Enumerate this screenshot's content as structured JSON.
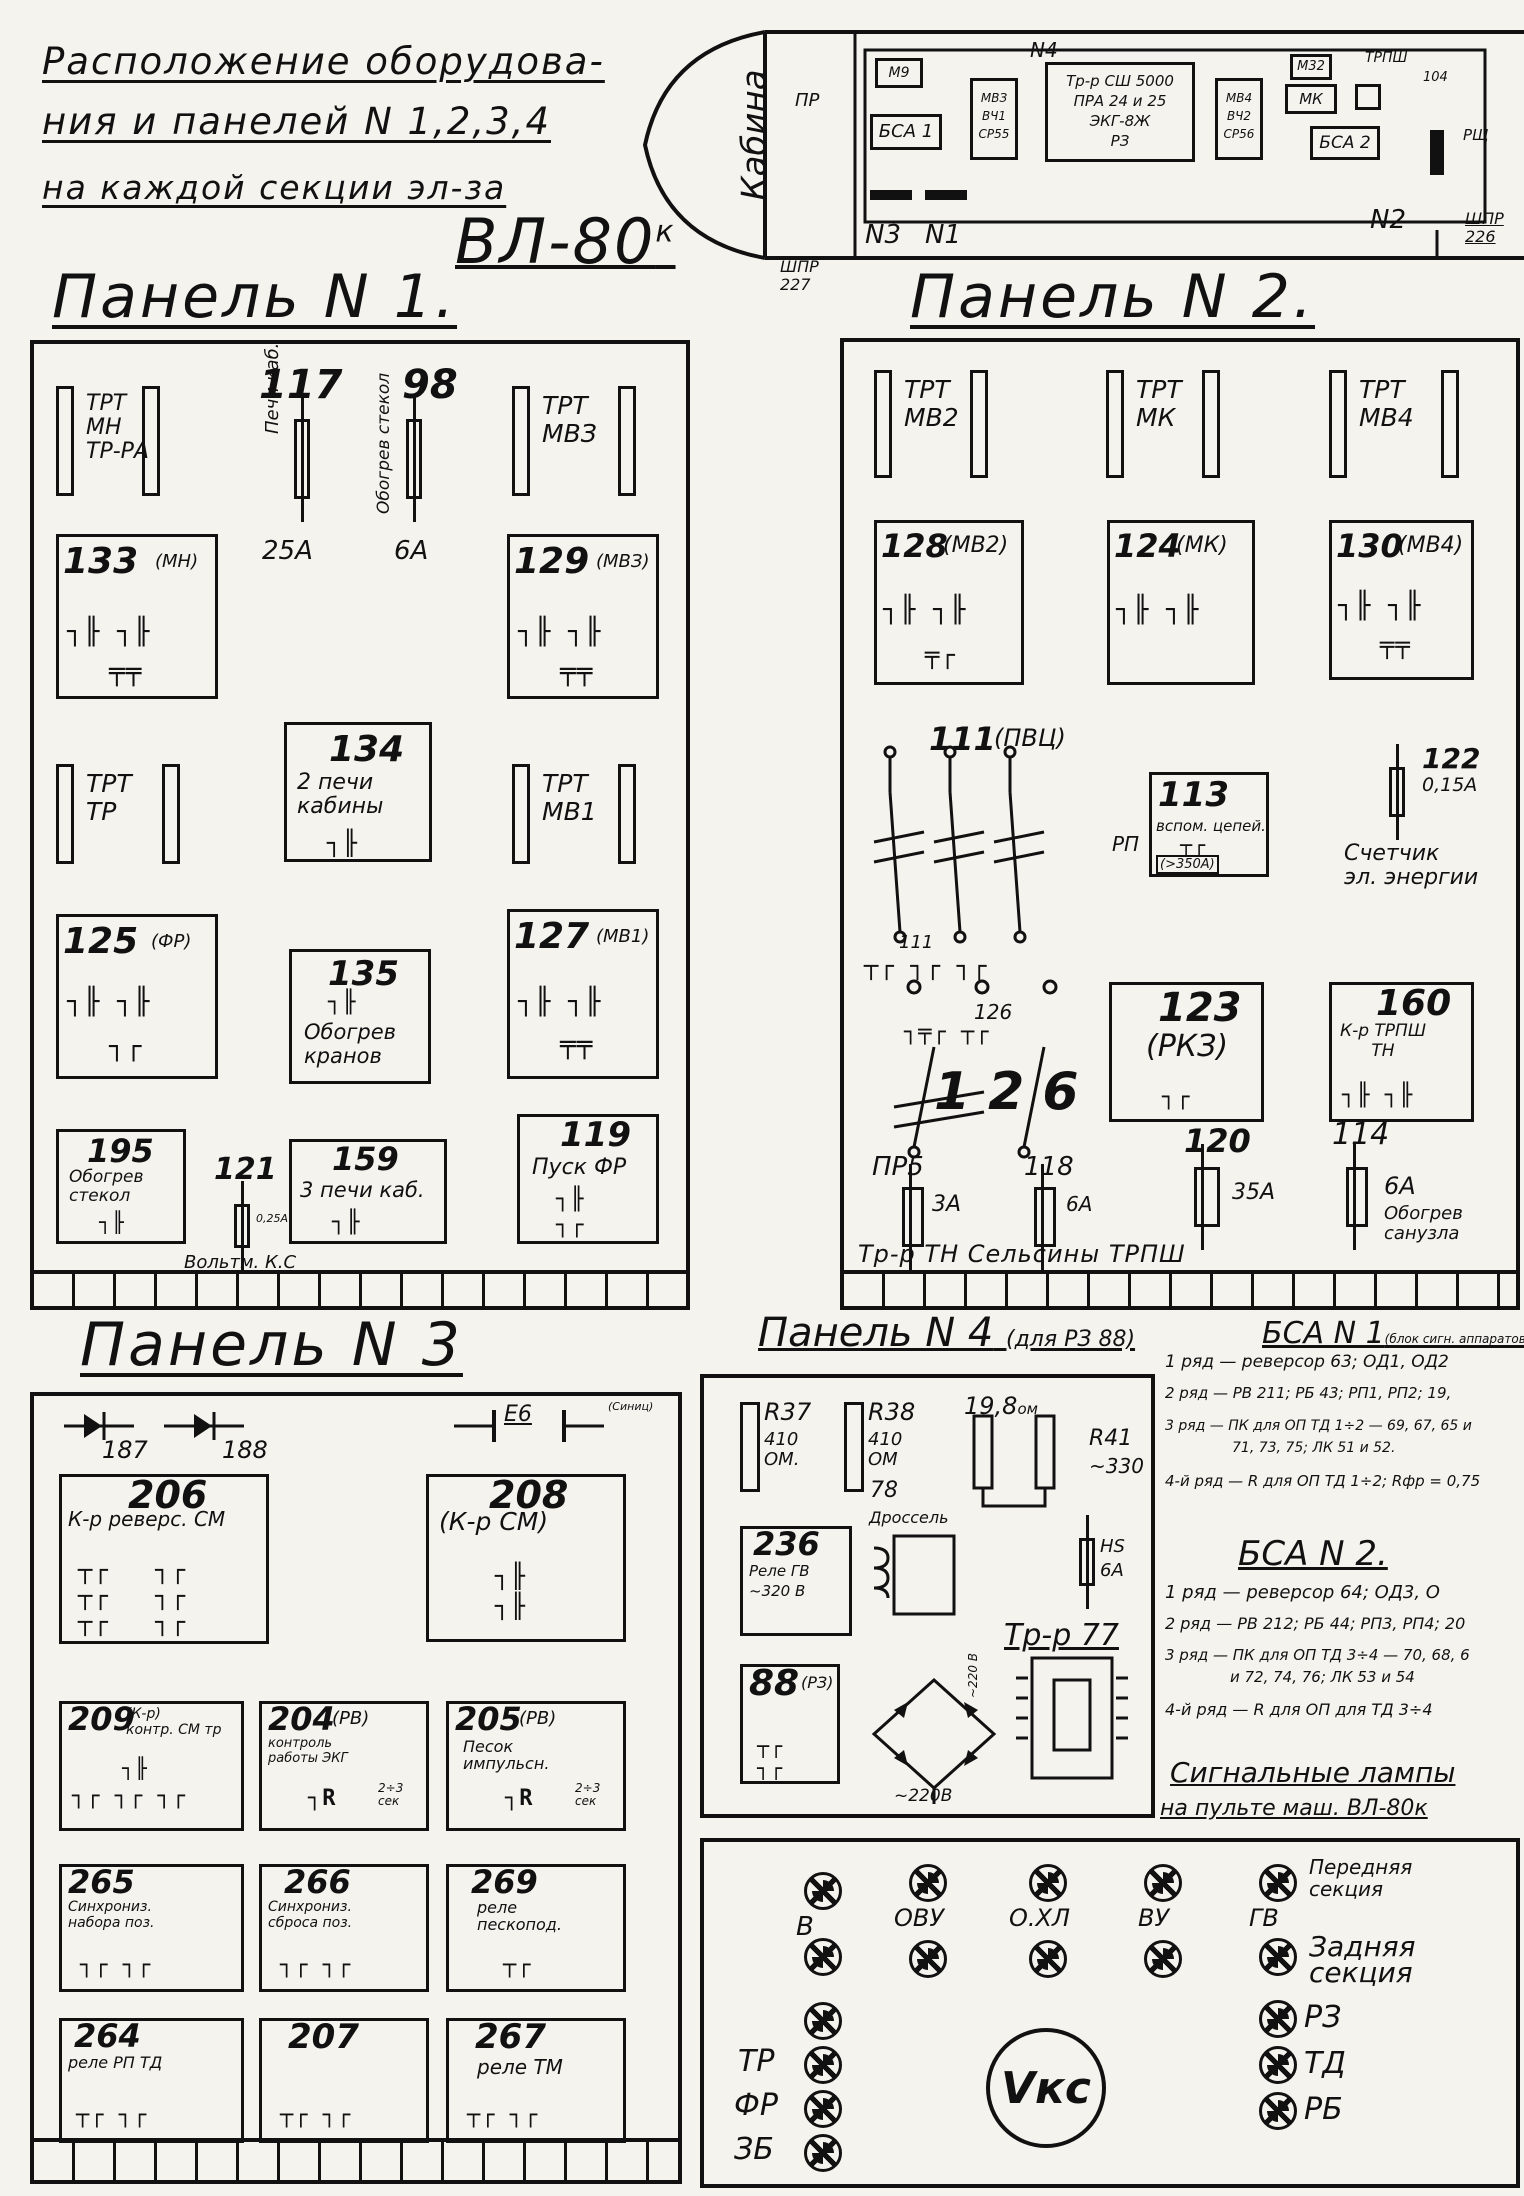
{
  "title": {
    "line1": "Расположение оборудова-",
    "line2": "ния и панелей N 1,2,3,4",
    "line3": "на каждой секции эл-за",
    "loco": "ВЛ-80",
    "loco_sup": "к"
  },
  "cab_diagram": {
    "cab": "Кабина",
    "pr": "ПР",
    "n4": "N4",
    "n3": "N3",
    "n1": "N1",
    "n2": "N2",
    "m9": "М9",
    "bsa1": "БСА 1",
    "mv3": "МВЗ\nВЧ1\nСР55",
    "trans": "Тр-р СШ 5000\nПРА 24 и 25\nЭКГ-8Ж\nРЗ",
    "mv4": "МВ4\nВЧ2\nСР56",
    "m32": "М32",
    "mk": "МК",
    "bsa2": "БСА 2",
    "tpsh": "ТРПШ",
    "r104": "104",
    "rsh": "РЩ",
    "shpr226": "ШПР\n226",
    "shpr227": "ШПР\n227"
  },
  "panel1": {
    "title": "Панель N 1.",
    "trt_mn": "ТРТ\nМН\nТР-РА",
    "trt_mv3": "ТРТ\nМВЗ",
    "trt_tr": "ТРТ\nТР",
    "trt_mv1": "ТРТ\nМВ1",
    "f117": "117",
    "f117_label": "Печи каб.",
    "f117_amp": "25А",
    "f98": "98",
    "f98_label": "Обогрев стекол",
    "f98_amp": "6А",
    "r133": "133",
    "r133_tag": "(МН)",
    "r129": "129",
    "r129_tag": "(МВЗ)",
    "r134": "134",
    "r134_label": "2 печи\nкабины",
    "r125": "125",
    "r125_tag": "(ФР)",
    "r135": "135",
    "r135_label": "Обогрев\nкранов",
    "r127": "127",
    "r127_tag": "(МВ1)",
    "r195": "195",
    "r195_label": "Обогрев\nстекол",
    "f121": "121",
    "f121_amp": "0,25А",
    "f121_label": "Вольтм. К.С",
    "r159": "159",
    "r159_label": "3 печи каб.",
    "r119": "119",
    "r119_label": "Пуск ФР"
  },
  "panel2": {
    "title": "Панель N 2.",
    "trt_mv2": "ТРТ\nМВ2",
    "trt_mk": "ТРТ\nМК",
    "trt_mv4": "ТРТ\nМВ4",
    "r128": "128",
    "r128_tag": "(МВ2)",
    "r124": "124",
    "r124_tag": "(МК)",
    "r130": "130",
    "r130_tag": "(МВ4)",
    "r111": "111",
    "r111_tag": "(ПВЦ)",
    "r111_small": "111",
    "r113": "113",
    "r113_pre": "РП",
    "r113_label": "вспом. цепей.",
    "r113_small": "(>350А)",
    "f122": "122",
    "f122_amp": "0,15А",
    "f122_label": "Счетчик\nэл. энергии",
    "r126": "126",
    "r126_big": "126",
    "r123": "123",
    "r123_tag": "(РКЗ)",
    "r160": "160",
    "r160_label": "К-р ТРПШ\nТН",
    "f120": "120",
    "f120_amp": "35А",
    "pr5": "ПР5",
    "pr5_amp": "3А",
    "f118": "118",
    "f118_amp": "6А",
    "f114": "114",
    "f114_amp": "6А",
    "f114_label": "Обогрев\nсанузла",
    "bottom_label": "Тр-р ТН  Сельсины  ТРПШ"
  },
  "panel3": {
    "title": "Панель N 3",
    "d187": "187",
    "d188": "188",
    "e6": "Е6",
    "e6_small": "(Синиц)",
    "r206": "206",
    "r206_label": "К-р реверс. СМ",
    "r208": "208",
    "r208_label": "(К-р СМ)",
    "r209": "209",
    "r209_label": "(К-р)\nконтр. СМ тр",
    "r204": "204",
    "r204_tag": "(РВ)",
    "r204_label": "контроль\nработы ЭКГ",
    "r204_time": "2÷3\nсек",
    "r205": "205",
    "r205_tag": "(РВ)",
    "r205_label": "Песок\nимпульсн.",
    "r205_time": "2÷3\nсек",
    "r265": "265",
    "r265_label": "Синхрониз.\nнабора поз.",
    "r266": "266",
    "r266_label": "Синхрониз.\nсброса поз.",
    "r269": "269",
    "r269_label": "реле\nпескопод.",
    "r264": "264",
    "r264_label": "реле РП ТД",
    "r207": "207",
    "r267": "267",
    "r267_label": "реле ТМ"
  },
  "panel4": {
    "title": "Панель N 4",
    "title_note": "(для РЗ 88)",
    "r37": "R37",
    "r37_val": "410\nОМ.",
    "r38": "R38",
    "r38_val": "410\nОМ",
    "r78": "78",
    "r40": "19,8",
    "r40_unit": "ом",
    "r41": "R41",
    "r41_val": "~330",
    "r236": "236",
    "r236_label": "Реле ГВ\n~320 В",
    "choke": "Дроссель",
    "fuse": "НS",
    "fuse_amp": "6А",
    "r88": "88",
    "r88_tag": "(РЗ)",
    "tr77": "Тр-р 77",
    "v220": "~220 В",
    "v2208": "~220В"
  },
  "bsa": {
    "title1": "БСА N 1",
    "title1_note": "(блок сигн. аппаратов)",
    "l1": "1 ряд — реверсор 63; ОД1, ОД2",
    "l2": "2 ряд — РВ 211; РБ 43; РП1, РП2; 19,",
    "l3": "3 ряд — ПК для ОП ТД 1÷2 — 69, 67, 65 и",
    "l3b": "71, 73, 75; ЛК 51 и 52.",
    "l4": "4-й ряд — R для ОП ТД 1÷2; Rфр = 0,75",
    "title2": "БСА N 2.",
    "m1": "1 ряд — реверсор 64; ОД3, О",
    "m2": "2 ряд — РВ 212; РБ 44; РП3, РП4; 20",
    "m3": "3 ряд — ПК для ОП ТД 3÷4 — 70, 68, 6",
    "m3b": "и 72, 74, 76; ЛК 53 и 54",
    "m4": "4-й ряд — R для ОП для ТД 3÷4"
  },
  "lamps": {
    "title1": "Сигнальные лампы",
    "title2": "на пульте маш. ВЛ-80к",
    "b": "В",
    "ovu": "ОВУ",
    "ohl": "О.ХЛ",
    "vu": "ВУ",
    "gv": "ГВ",
    "front": "Передняя\nсекция",
    "rear": "Задняя\nсекция",
    "rz": "РЗ",
    "td": "ТД",
    "rb": "РБ",
    "tr": "ТР",
    "fr": "ФР",
    "zb": "ЗБ",
    "vks": "Vкс"
  }
}
